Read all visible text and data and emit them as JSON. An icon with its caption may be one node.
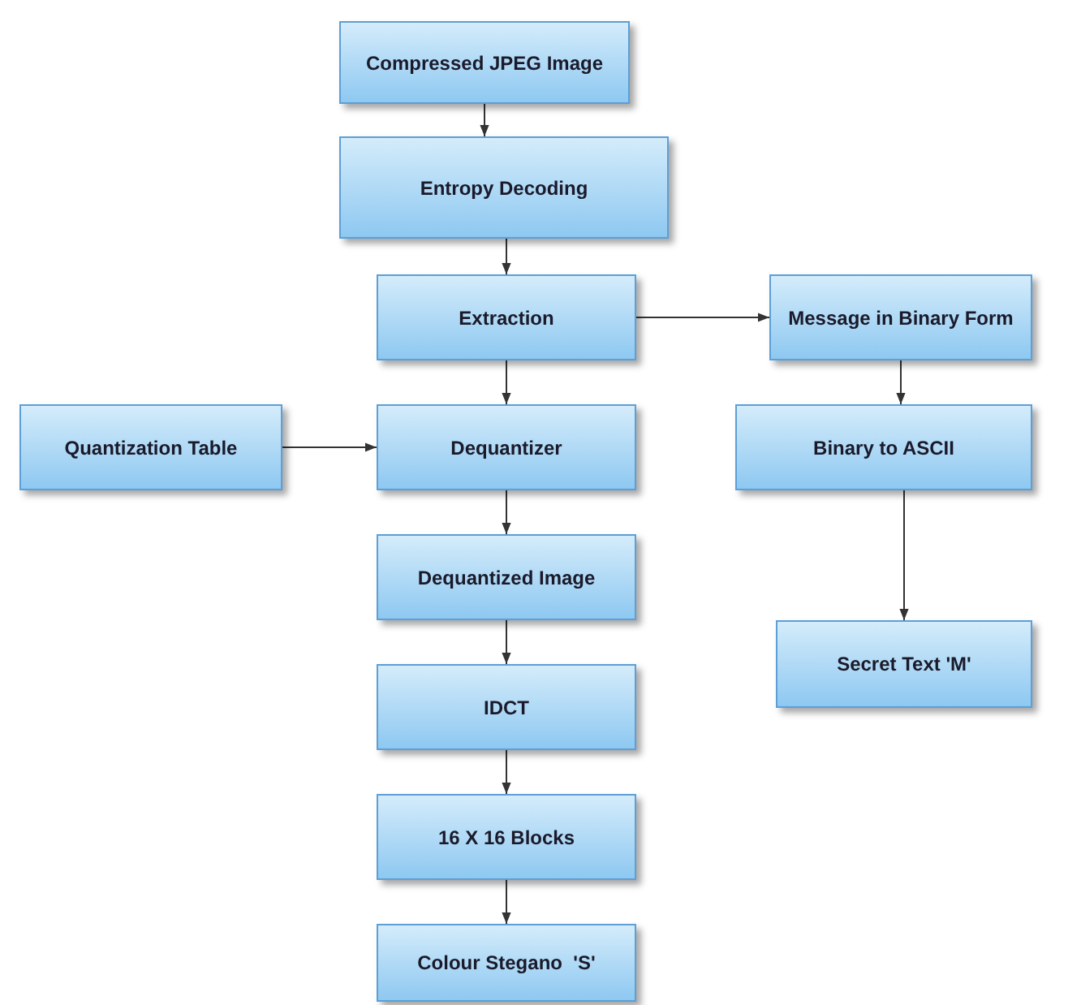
{
  "diagram": {
    "nodes": [
      {
        "text": [
          "Compressed JPEG Image"
        ]
      },
      {
        "text": [
          "Entropy Decoding"
        ]
      },
      {
        "text": [
          "Extraction"
        ]
      },
      {
        "text": [
          "Message in Binary Form"
        ]
      },
      {
        "text": [
          "Quantization Table"
        ]
      },
      {
        "text": [
          "Dequantizer"
        ]
      },
      {
        "text": [
          "Binary to ASCII"
        ]
      },
      {
        "text": [
          "Dequantized Image"
        ]
      },
      {
        "text": [
          "Secret Text 'M'"
        ]
      },
      {
        "text": [
          "IDCT"
        ]
      },
      {
        "text": [
          "16 X 16 Blocks"
        ]
      },
      {
        "text": [
          "Colour Stegano  'S'"
        ]
      }
    ],
    "edges": [
      {
        "from": 0,
        "to": 1,
        "arrow": "to"
      },
      {
        "from": 1,
        "to": 2,
        "arrow": "to"
      },
      {
        "from": 2,
        "to": 3,
        "arrow": "to"
      },
      {
        "from": 2,
        "to": 5,
        "arrow": "to"
      },
      {
        "from": 4,
        "to": 5,
        "arrow": "to"
      },
      {
        "from": 3,
        "to": 6,
        "arrow": "to"
      },
      {
        "from": 6,
        "to": 8,
        "arrow": "to"
      },
      {
        "from": 5,
        "to": 7,
        "arrow": "to"
      },
      {
        "from": 7,
        "to": 9,
        "arrow": "to"
      },
      {
        "from": 9,
        "to": 10,
        "arrow": "to"
      },
      {
        "from": 10,
        "to": 11,
        "arrow": "to"
      }
    ]
  }
}
